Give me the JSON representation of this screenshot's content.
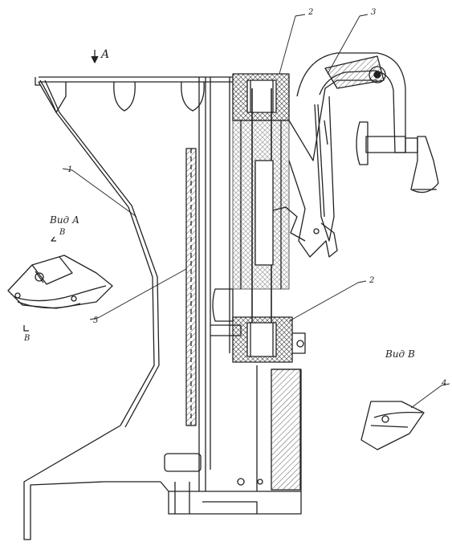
{
  "colors": {
    "ink": "#222222",
    "paper": "#ffffff",
    "hatch": "#555555"
  },
  "labels": {
    "arrow_a": "A",
    "view_a": "Вид А",
    "view_b": "Вид В",
    "cut_b_top": "B",
    "cut_b_bottom": "B",
    "part_1": "1",
    "part_2_top": "2",
    "part_3": "3",
    "part_2_mid": "2",
    "part_4": "4",
    "part_5": "5"
  }
}
